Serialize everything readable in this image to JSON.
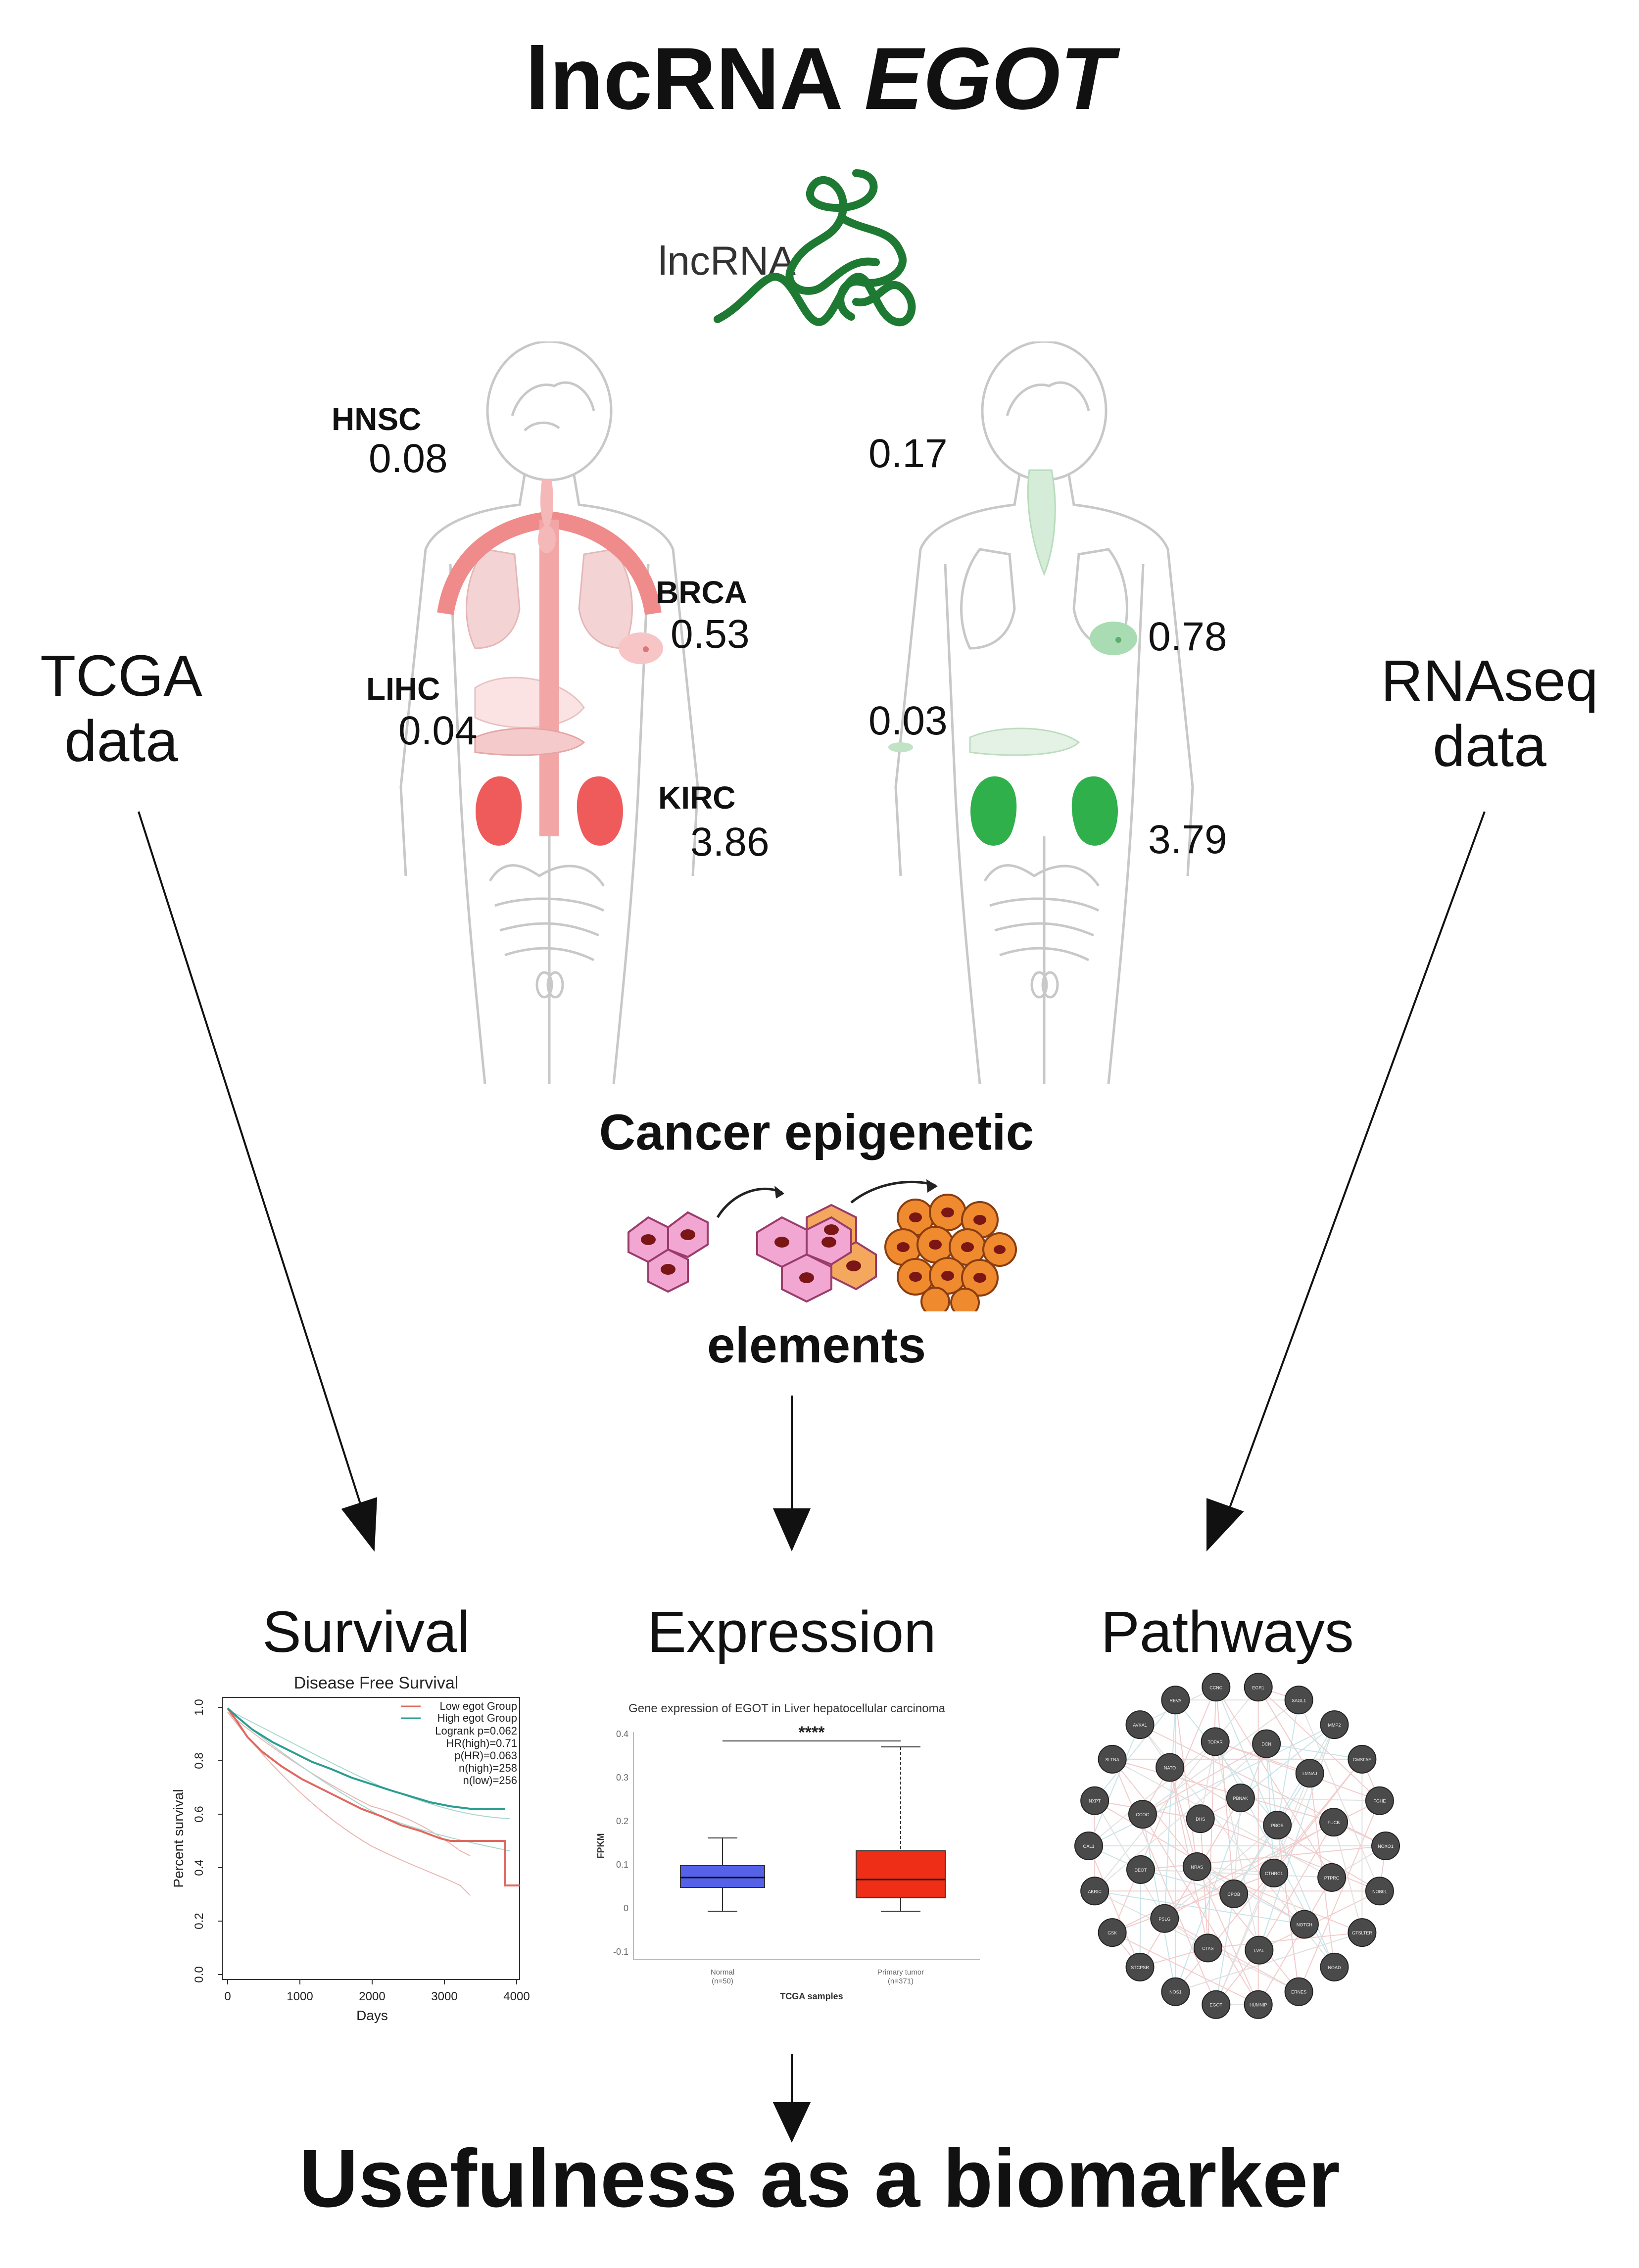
{
  "title": {
    "prefix": "lncRNA",
    "gene": "EGOT"
  },
  "rna_label": "lncRNA",
  "left_side": {
    "line1": "TCGA",
    "line2": "data"
  },
  "right_side": {
    "line1": "RNAseq",
    "line2": "data"
  },
  "left_body": {
    "color": "#ef5b5b",
    "cancers": [
      {
        "code": "HNSC",
        "value": "0.08"
      },
      {
        "code": "BRCA",
        "value": "0.53"
      },
      {
        "code": "LIHC",
        "value": "0.04"
      },
      {
        "code": "KIRC",
        "value": "3.86"
      }
    ]
  },
  "right_body": {
    "color": "#2fb04a",
    "values": [
      "0.17",
      "0.78",
      "0.03",
      "3.79"
    ]
  },
  "center": {
    "line1": "Cancer epigenetic",
    "line2": "elements"
  },
  "panels": {
    "survival": "Survival",
    "expression": "Expression",
    "pathways": "Pathways"
  },
  "survival_plot": {
    "title": "Disease Free Survival",
    "xlabel": "Days",
    "ylabel": "Percent survival",
    "xticks": [
      "0",
      "1000",
      "2000",
      "3000",
      "4000"
    ],
    "yticks": [
      "0.0",
      "0.2",
      "0.4",
      "0.6",
      "0.8",
      "1.0"
    ],
    "legend": [
      "Low egot Group",
      "High egot Group"
    ],
    "stats": [
      "Logrank p=0.062",
      "HR(high)=0.71",
      "p(HR)=0.063",
      "n(high)=258",
      "n(low)=256"
    ],
    "colors": {
      "low": "#e0685f",
      "high": "#2a9d8f"
    }
  },
  "expression_plot": {
    "title": "Gene expression of EGOT in Liver hepatocellular carcinoma",
    "ylabel": "FPKM",
    "xlabel": "TCGA samples",
    "yticks": [
      "0.4",
      "0.3",
      "0.2",
      "0.1",
      "0",
      "-0.1"
    ],
    "significance": "****",
    "groups": [
      {
        "name": "Normal",
        "n": "(n=50)",
        "color": "#5561e6"
      },
      {
        "name": "Primary tumor",
        "n": "(n=371)",
        "color": "#ee2e16"
      }
    ]
  },
  "pathways_plot": {
    "nodes": [
      "NOXO1",
      "NOB01",
      "GTSLTER",
      "NOAD",
      "ERNES",
      "HUMNIP",
      "EGOT",
      "NOS1",
      "STCPSR",
      "GSK",
      "AKRIC",
      "OAL1",
      "NXPT",
      "SLTNA",
      "AVKA1",
      "REVA",
      "CCNC",
      "EGR1",
      "SAGL1",
      "MMP2",
      "GMSFAE",
      "FGHE",
      "PTPRC",
      "NOTCH",
      "LVAL",
      "CTAS",
      "PSLG",
      "DEOT",
      "CCOG",
      "NATO",
      "TOPAR",
      "DCN",
      "LMNAJ",
      "FUCB",
      "CTHRC1",
      "CPOB",
      "NRAS",
      "DHS",
      "PBNAK",
      "PBOS"
    ]
  }
}
